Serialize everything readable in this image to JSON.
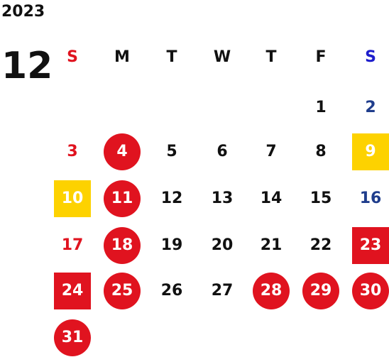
{
  "year": "2023",
  "month": "12",
  "colors": {
    "sunday": "#e0131f",
    "saturday": "#1f3d8c",
    "saturday_header": "#1d1dcc",
    "circle_fill": "#e0131f",
    "yellow_fill": "#fdd200",
    "red_square_fill": "#e0131f",
    "text": "#111111"
  },
  "weekdays": [
    {
      "label": "S",
      "name": "sun"
    },
    {
      "label": "M",
      "name": "mon"
    },
    {
      "label": "T",
      "name": "tue"
    },
    {
      "label": "W",
      "name": "wed"
    },
    {
      "label": "T",
      "name": "thu"
    },
    {
      "label": "F",
      "name": "fri"
    },
    {
      "label": "S",
      "name": "sat"
    }
  ],
  "first_weekday_index": 5,
  "days": [
    {
      "n": "1",
      "style": "plain"
    },
    {
      "n": "2",
      "style": "plain"
    },
    {
      "n": "3",
      "style": "plain"
    },
    {
      "n": "4",
      "style": "circle"
    },
    {
      "n": "5",
      "style": "plain"
    },
    {
      "n": "6",
      "style": "plain"
    },
    {
      "n": "7",
      "style": "plain"
    },
    {
      "n": "8",
      "style": "plain"
    },
    {
      "n": "9",
      "style": "yellow"
    },
    {
      "n": "10",
      "style": "yellow"
    },
    {
      "n": "11",
      "style": "circle"
    },
    {
      "n": "12",
      "style": "plain"
    },
    {
      "n": "13",
      "style": "plain"
    },
    {
      "n": "14",
      "style": "plain"
    },
    {
      "n": "15",
      "style": "plain"
    },
    {
      "n": "16",
      "style": "plain"
    },
    {
      "n": "17",
      "style": "plain"
    },
    {
      "n": "18",
      "style": "circle"
    },
    {
      "n": "19",
      "style": "plain"
    },
    {
      "n": "20",
      "style": "plain"
    },
    {
      "n": "21",
      "style": "plain"
    },
    {
      "n": "22",
      "style": "plain"
    },
    {
      "n": "23",
      "style": "redsquare"
    },
    {
      "n": "24",
      "style": "redsquare"
    },
    {
      "n": "25",
      "style": "circle"
    },
    {
      "n": "26",
      "style": "plain"
    },
    {
      "n": "27",
      "style": "plain"
    },
    {
      "n": "28",
      "style": "circle"
    },
    {
      "n": "29",
      "style": "circle"
    },
    {
      "n": "30",
      "style": "circle"
    },
    {
      "n": "31",
      "style": "circle"
    }
  ]
}
